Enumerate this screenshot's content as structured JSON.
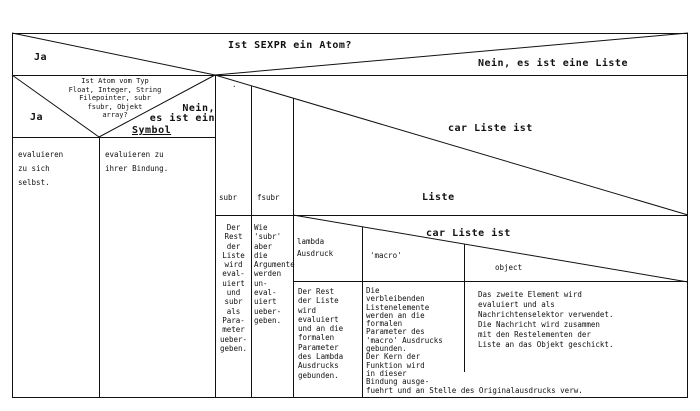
{
  "condition_main": {
    "question": "Ist SEXPR ein Atom?",
    "yes": "Ja",
    "no": "Nein, es ist eine Liste"
  },
  "atom_branch": {
    "question": "Ist Atom vom Typ\nFloat, Integer, String\nFilepointer, subr\nfsubr, Objekt\narray?",
    "yes": "Ja",
    "no": "Nein,\nes ist ein",
    "no_symbol": "Symbol",
    "yes_action": "evaluieren\nzu sich\nselbst.",
    "no_action": "evaluieren zu\nihrer Bindung."
  },
  "list_branch": {
    "question": "car Liste ist",
    "case_dot": ".",
    "case_subr": "subr",
    "case_fsubr": "fsubr",
    "case_list": "Liste",
    "subr_action": "Der\nRest\nder\nListe\nwird\neval-\nuiert\nund\nsubr\nals\nPara-\nmeter\nueber-\ngeben.",
    "fsubr_action": "Wie\n'subr'\naber\ndie\nArgumente\nwerden\nun-\neval-\nuiert\nueber-\ngeben.",
    "inner": {
      "question": "car Liste ist",
      "case_lambda": "lambda\nAusdruck",
      "case_macro": "'macro'",
      "case_object": "object",
      "lambda_action": "Der Rest\nder Liste\nwird\nevaluiert\nund an die\nformalen\nParameter\ndes Lambda\nAusdrucks\ngebunden.",
      "macro_action": "Die\nverbleibenden\nListenelemente\nwerden an die\nformalen\nParameter des\n'macro' Ausdrucks\ngebunden.\nDer Kern der\nFunktion wird\nin dieser\nBindung ausge-\nfuehrt und an Stelle des Originalausdrucks verw.",
      "object_action": "Das zweite Element wird\nevaluiert und als\nNachrichtenselektor verwendet.\nDie Nachricht wird zusammen\nmit den Restelementen der\nListe an das Objekt geschickt."
    }
  }
}
